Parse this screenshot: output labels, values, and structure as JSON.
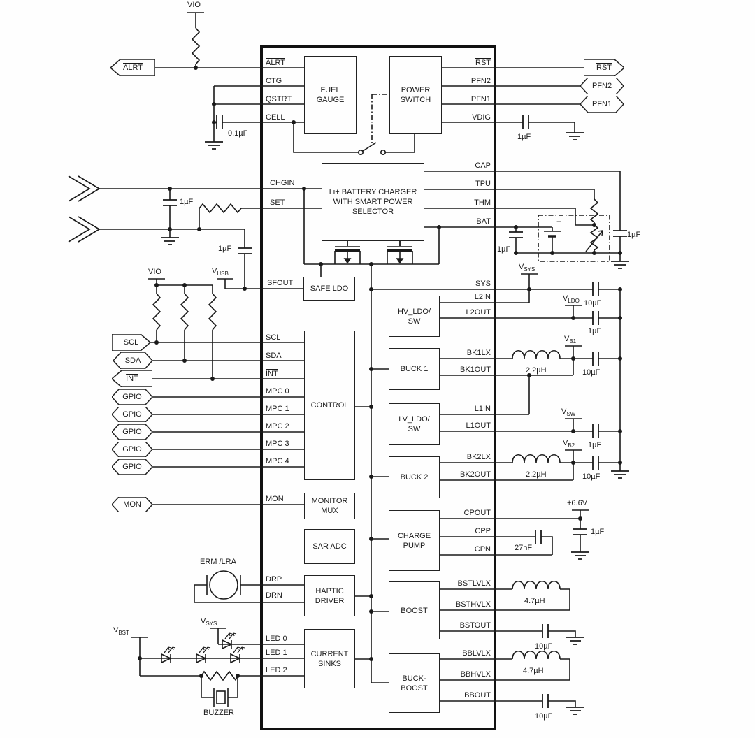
{
  "colors": {
    "line": "#1a1a1a",
    "bg": "#ffffff"
  },
  "blocks": {
    "fuel_gauge": [
      "FUEL",
      "GAUGE"
    ],
    "power_switch": [
      "POWER",
      "SWITCH"
    ],
    "charger": [
      "Li+ BATTERY CHARGER",
      "WITH SMART POWER",
      "SELECTOR"
    ],
    "safe_ldo": [
      "SAFE LDO"
    ],
    "control": [
      "CONTROL"
    ],
    "monitor_mux": [
      "MONITOR",
      "MUX"
    ],
    "sar_adc": [
      "SAR ADC"
    ],
    "haptic_driver": [
      "HAPTIC",
      "DRIVER"
    ],
    "current_sinks": [
      "CURRENT",
      "SINKS"
    ],
    "hv_ldo_sw": [
      "HV_LDO/",
      "SW"
    ],
    "buck1": [
      "BUCK 1"
    ],
    "lv_ldo_sw": [
      "LV_LDO/",
      "SW"
    ],
    "buck2": [
      "BUCK 2"
    ],
    "charge_pump": [
      "CHARGE",
      "PUMP"
    ],
    "boost": [
      "BOOST"
    ],
    "buck_boost": [
      "BUCK-",
      "BOOST"
    ]
  },
  "pins": {
    "alrt": "ALRT",
    "ctg": "CTG",
    "qstrt": "QSTRT",
    "cell": "CELL",
    "chgin": "CHGIN",
    "set": "SET",
    "sfout": "SFOUT",
    "scl": "SCL",
    "sda": "SDA",
    "int": "INT",
    "mpc0": "MPC 0",
    "mpc1": "MPC 1",
    "mpc2": "MPC 2",
    "mpc3": "MPC 3",
    "mpc4": "MPC 4",
    "mon": "MON",
    "drp": "DRP",
    "drn": "DRN",
    "led0": "LED 0",
    "led1": "LED 1",
    "led2": "LED 2",
    "rst": "RST",
    "pfn2": "PFN2",
    "pfn1": "PFN1",
    "vdig": "VDIG",
    "cap": "CAP",
    "tpu": "TPU",
    "thm": "THM",
    "bat": "BAT",
    "sys": "SYS",
    "l2in": "L2IN",
    "l2out": "L2OUT",
    "bk1lx": "BK1LX",
    "bk1out": "BK1OUT",
    "l1in": "L1IN",
    "l1out": "L1OUT",
    "bk2lx": "BK2LX",
    "bk2out": "BK2OUT",
    "cpout": "CPOUT",
    "cpp": "CPP",
    "cpn": "CPN",
    "bstlvlx": "BSTLVLX",
    "bsthvlx": "BSTHVLX",
    "bstout": "BSTOUT",
    "bblvlx": "BBLVLX",
    "bbhvlx": "BBHVLX",
    "bbout": "BBOUT"
  },
  "tags": {
    "alrt": "ALRT",
    "rst": "RST",
    "pfn2": "PFN2",
    "pfn1": "PFN1",
    "scl": "SCL",
    "sda": "SDA",
    "int": "INT",
    "gpio": "GPIO",
    "mon": "MON"
  },
  "rails": {
    "vio": "VIO",
    "vusb": {
      "p": "V",
      "s": "USB"
    },
    "vsys": {
      "p": "V",
      "s": "SYS"
    },
    "vldo": {
      "p": "V",
      "s": "LDO"
    },
    "vb1": {
      "p": "V",
      "s": "B1"
    },
    "vsw": {
      "p": "V",
      "s": "SW"
    },
    "vb2": {
      "p": "V",
      "s": "B2"
    },
    "vbst": {
      "p": "V",
      "s": "BST"
    },
    "p66": "+6.6V"
  },
  "values": {
    "c01": "0.1µF",
    "c1": "1µF",
    "c10": "10µF",
    "c27": "27nF",
    "l22": "2.2µH",
    "l47": "4.7µH"
  },
  "misc": {
    "erm": "ERM /LRA",
    "buzzer": "BUZZER",
    "batplus": "+"
  }
}
